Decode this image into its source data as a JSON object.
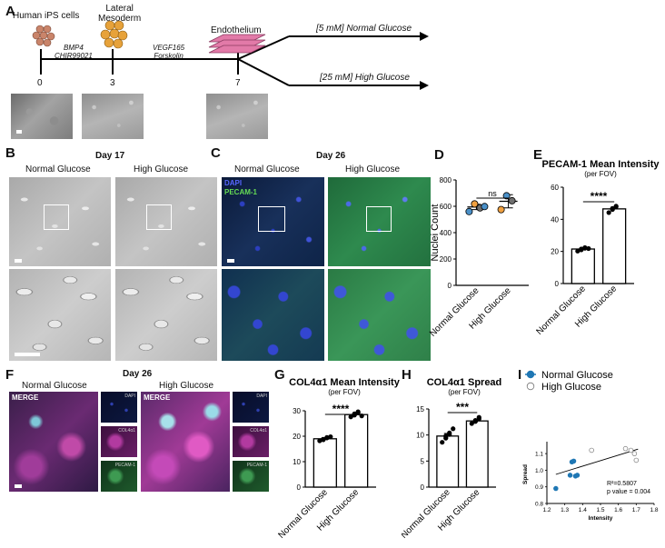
{
  "panel_a": {
    "label": "A",
    "stages": [
      {
        "name": "Human iPS cells",
        "day": "0"
      },
      {
        "name": "Lateral\nMesoderm",
        "day": "3"
      },
      {
        "name": "Endothelium",
        "day": "7"
      }
    ],
    "factors_1": "BMP4\nCHIR99021",
    "factors_2": "VEGF165\nForskolin",
    "branch_normal": "[5 mM] Normal Glucose",
    "branch_high": "[25 mM] High Glucose"
  },
  "panel_b": {
    "label": "B",
    "title": "Day 17",
    "col1": "Normal Glucose",
    "col2": "High Glucose"
  },
  "panel_c": {
    "label": "C",
    "title": "Day 26",
    "col1": "Normal Glucose",
    "col2": "High Glucose",
    "stain1": "DAPI",
    "stain2": "PECAM-1"
  },
  "panel_f": {
    "label": "F",
    "title": "Day 26",
    "col1": "Normal Glucose",
    "col2": "High Glucose",
    "merge": "MERGE",
    "ch1": "DAPI",
    "ch2": "COL4α1",
    "ch3": "PECAM-1"
  },
  "colors": {
    "normal_fill": "#1f77b4",
    "high_fill": "#ffffff",
    "dot_orange": "#f0a040",
    "dot_blue": "#4a90c8",
    "dot_gray": "#707070"
  },
  "chart_data": [
    {
      "id": "D",
      "type": "scatter",
      "label": "D",
      "title": "",
      "ylabel": "Nuclei Count",
      "categories": [
        "Normal Glucose",
        "High Glucose"
      ],
      "ylim": [
        0,
        800
      ],
      "yticks": [
        0,
        200,
        400,
        600,
        800
      ],
      "mean": [
        595,
        638
      ],
      "sem": [
        20,
        50
      ],
      "points": [
        [
          560,
          618,
          588,
          598
        ],
        [
          575,
          680,
          642
        ]
      ],
      "point_colors": [
        [
          "#4a90c8",
          "#f0a040",
          "#707070",
          "#4a90c8"
        ],
        [
          "#f0a040",
          "#4a90c8",
          "#707070"
        ]
      ],
      "significance": "ns"
    },
    {
      "id": "E",
      "type": "bar",
      "label": "E",
      "title": "PECAM-1 Mean Intensity",
      "subtitle": "(per FOV)",
      "categories": [
        "Normal Glucose",
        "High Glucose"
      ],
      "values": [
        21.5,
        46.5
      ],
      "sem": [
        0.6,
        0.9
      ],
      "points": [
        [
          20.2,
          21.5,
          22.4,
          21.0,
          22.0,
          21.8
        ],
        [
          44.2,
          46.8,
          47.8,
          46.1,
          48.2
        ]
      ],
      "ylim": [
        0,
        60
      ],
      "yticks": [
        0,
        20,
        40,
        60
      ],
      "significance": "****"
    },
    {
      "id": "G",
      "type": "bar",
      "label": "G",
      "title": "COL4α1 Mean Intensity",
      "subtitle": "(per FOV)",
      "categories": [
        "Normal Glucose",
        "High Glucose"
      ],
      "values": [
        19.0,
        28.5
      ],
      "sem": [
        0.4,
        0.5
      ],
      "points": [
        [
          18.2,
          18.8,
          19.3,
          18.6,
          19.5,
          19.8
        ],
        [
          27.6,
          28.3,
          29.2,
          28.8,
          29.6,
          28.0
        ]
      ],
      "ylim": [
        0,
        30
      ],
      "yticks": [
        0,
        10,
        20,
        30
      ],
      "significance": "****"
    },
    {
      "id": "H",
      "type": "bar",
      "label": "H",
      "title": "COL4α1 Spread",
      "subtitle": "(per FOV)",
      "categories": [
        "Normal Glucose",
        "High Glucose"
      ],
      "values": [
        9.8,
        12.7
      ],
      "sem": [
        0.5,
        0.3
      ],
      "points": [
        [
          8.6,
          9.4,
          10.1,
          9.8,
          10.4,
          11.2
        ],
        [
          12.2,
          12.6,
          13.1,
          12.8,
          13.4
        ]
      ],
      "ylim": [
        0,
        15
      ],
      "yticks": [
        0,
        5,
        10,
        15
      ],
      "significance": "***"
    },
    {
      "id": "I",
      "type": "scatter",
      "label": "I",
      "title": "",
      "xlabel": "Intensity",
      "ylabel": "Spread",
      "xlim": [
        1.2,
        1.8
      ],
      "ylim": [
        0.8,
        1.15
      ],
      "xticks": [
        1.2,
        1.3,
        1.4,
        1.5,
        1.6,
        1.7,
        1.8
      ],
      "yticks": [
        0.8,
        0.9,
        1.0,
        1.1
      ],
      "series": [
        {
          "name": "Normal Glucose",
          "x": [
            1.25,
            1.33,
            1.34,
            1.35,
            1.36,
            1.37
          ],
          "y": [
            0.89,
            0.97,
            1.05,
            1.055,
            0.965,
            0.97
          ]
        },
        {
          "name": "High Glucose",
          "x": [
            1.45,
            1.64,
            1.67,
            1.69,
            1.7
          ],
          "y": [
            1.12,
            1.13,
            1.12,
            1.1,
            1.06
          ]
        }
      ],
      "fit": {
        "x": [
          1.25,
          1.71
        ],
        "y": [
          0.975,
          1.127
        ]
      },
      "r2": "R²=0.5807",
      "pvalue": "p value = 0.004"
    }
  ]
}
